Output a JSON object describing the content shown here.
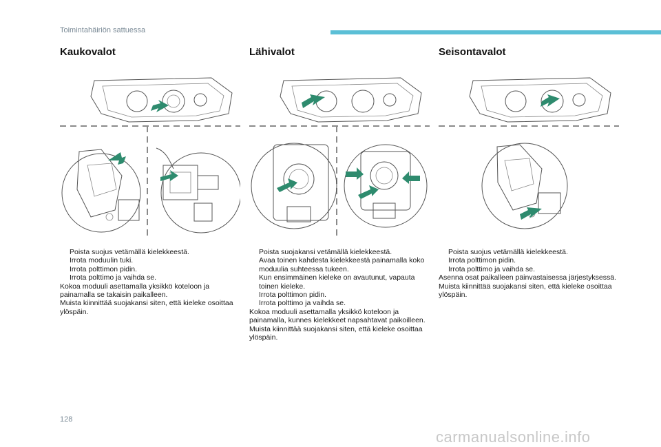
{
  "header": {
    "section_title": "Toimintahäiriön sattuessa",
    "accent_color": "#5bbfd6"
  },
  "columns": [
    {
      "title": "Kaukovalot",
      "steps": [
        "Poista suojus vetämällä kielekkeestä.",
        "Irrota moduulin tuki.",
        "Irrota polttimon pidin.",
        "Irrota polttimo ja vaihda se."
      ],
      "paragraphs": [
        "Kokoa moduuli asettamalla yksikkö koteloon ja painamalla se takaisin paikalleen.",
        "Muista kiinnittää suojakansi siten, että kieleke osoittaa ylöspäin."
      ]
    },
    {
      "title": "Lähivalot",
      "steps": [
        "Poista suojakansi vetämällä kielekkeestä.",
        "Avaa toinen kahdesta kielekkeestä painamalla koko moduulia suhteessa tukeen.",
        "Kun ensimmäinen kieleke on avautunut, vapauta toinen kieleke.",
        "Irrota polttimon pidin.",
        "Irrota polttimo ja vaihda se."
      ],
      "paragraphs": [
        "Kokoa moduuli asettamalla yksikkö koteloon ja painamalla, kunnes kielekkeet napsahtavat paikoilleen.",
        "Muista kiinnittää suojakansi siten, että kieleke osoittaa ylöspäin."
      ]
    },
    {
      "title": "Seisontavalot",
      "steps": [
        "Poista suojus vetämällä kielekkeestä.",
        "Irrota polttimon pidin.",
        "Irrota polttimo ja vaihda se."
      ],
      "paragraphs": [
        "Asenna osat paikalleen päinvastaisessa järjestyksessä.",
        "Muista kiinnittää suojakansi siten, että kieleke osoittaa ylöspäin."
      ]
    }
  ],
  "bullet_glyph": "",
  "page_number": "128",
  "watermark": "carmanualsonline.info",
  "arrow_color": "#2e8b6e"
}
